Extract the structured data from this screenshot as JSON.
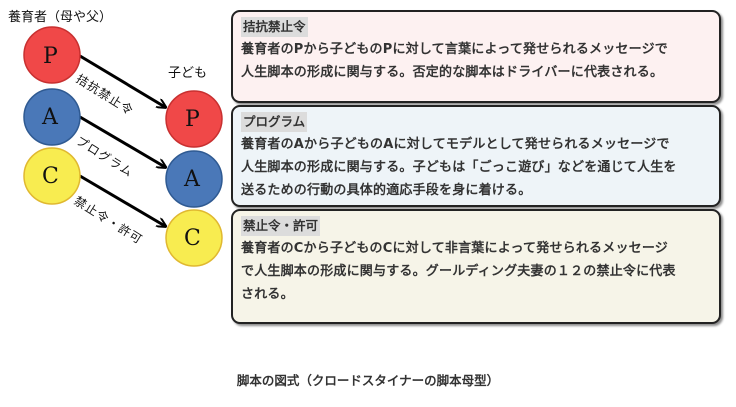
{
  "diagram": {
    "parent_label": "養育者（母や父）",
    "child_label": "子ども",
    "parent_states": [
      {
        "letter": "P",
        "color": "#f04848"
      },
      {
        "letter": "A",
        "color": "#4a78b8"
      },
      {
        "letter": "C",
        "color": "#f8ec50"
      }
    ],
    "child_states": [
      {
        "letter": "P",
        "color": "#f04848"
      },
      {
        "letter": "A",
        "color": "#4a78b8"
      },
      {
        "letter": "C",
        "color": "#f8ec50"
      }
    ],
    "arrow_labels": [
      "拮抗禁止令",
      "プログラム",
      "禁止令・許可"
    ]
  },
  "boxes": [
    {
      "title": "拮抗禁止令",
      "lines": [
        "養育者のPから子どものPに対して言葉によって発せられるメッセージで",
        "人生脚本の形成に関与する。否定的な脚本はドライバーに代表される。"
      ],
      "bg": "#fdf1f1"
    },
    {
      "title": "プログラム",
      "lines": [
        "養育者のAから子どものAに対してモデルとして発せられるメッセージで",
        "人生脚本の形成に関与する。子どもは「ごっこ遊び」などを通じて人生を",
        "送るための行動の具体的適応手段を身に着ける。"
      ],
      "bg": "#eef4f8"
    },
    {
      "title": "禁止令・許可",
      "lines": [
        "養育者のCから子どものCに対して非言葉によって発せられるメッセージ",
        "で人生脚本の形成に関与する。グールディング夫妻の１２の禁止令に代表",
        "される。"
      ],
      "bg": "#f6f4e8"
    }
  ],
  "caption": "脚本の図式（クロードスタイナーの脚本母型）"
}
